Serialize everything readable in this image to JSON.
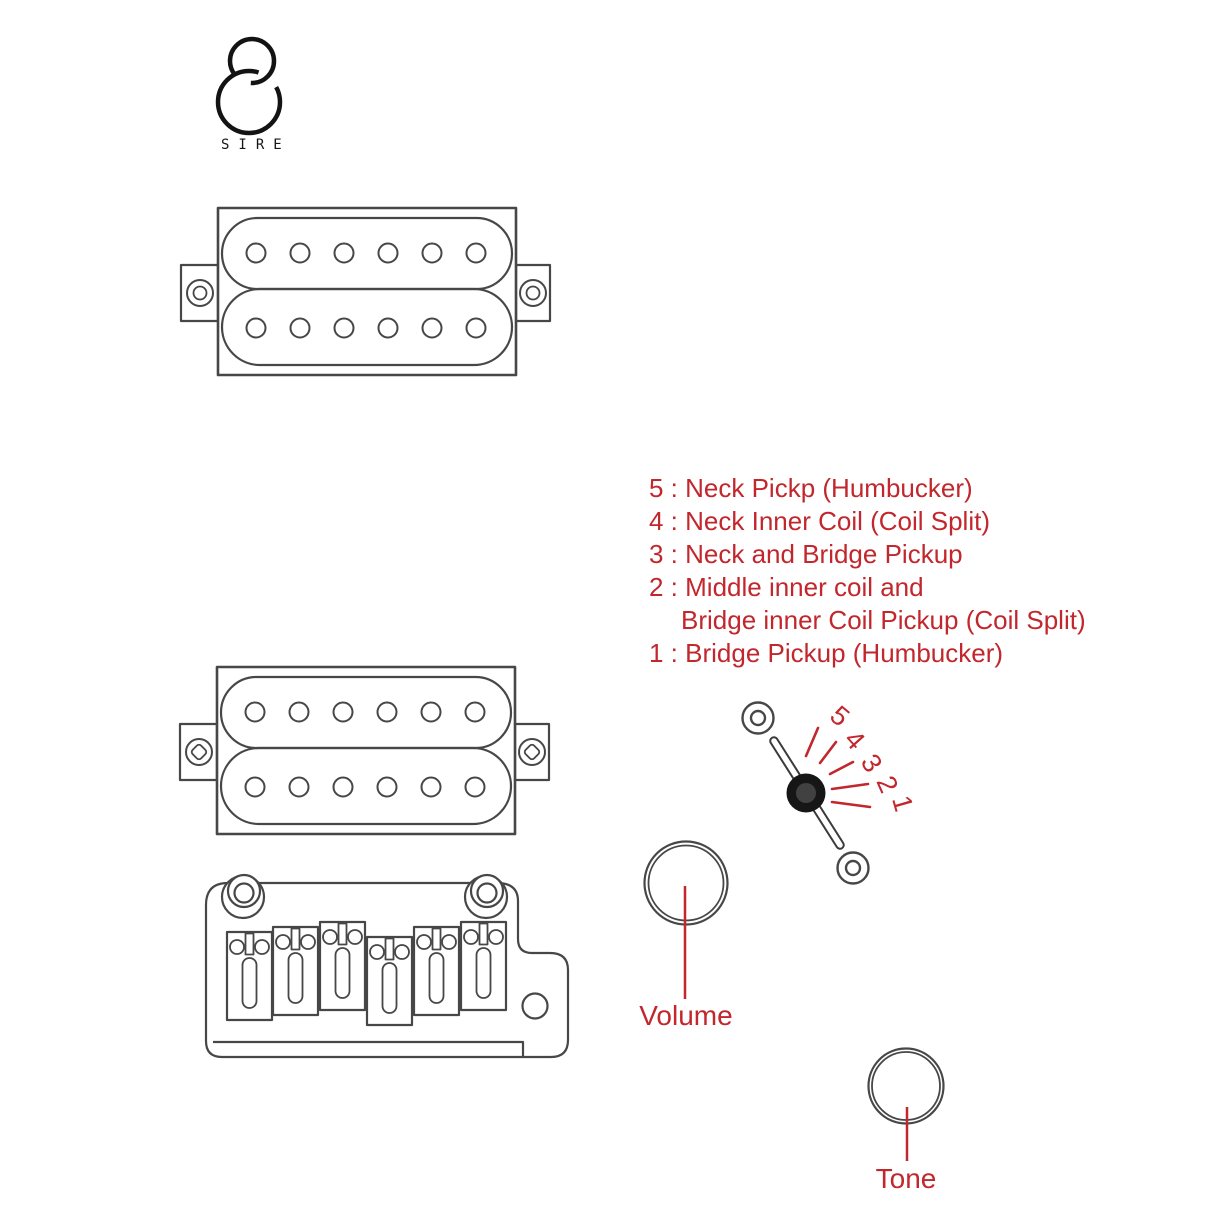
{
  "brand": {
    "name": "SIRE"
  },
  "legend": {
    "lines": [
      "5 : Neck Pickp (Humbucker)",
      "4 : Neck Inner Coil (Coil Split)",
      "3 : Neck and Bridge Pickup",
      "2 : Middle inner coil and",
      "Bridge inner Coil Pickup (Coil Split)",
      "1 : Bridge Pickup (Humbucker)"
    ]
  },
  "selector_switch": {
    "position_labels": [
      "5",
      "4",
      "3",
      "2",
      "1"
    ]
  },
  "controls": {
    "volume_label": "Volume",
    "tone_label": "Tone"
  },
  "colors": {
    "accent_red": "#c1272d",
    "line_dark": "#474747",
    "knob_black": "#161616",
    "knob_inner_gray": "#414141"
  }
}
